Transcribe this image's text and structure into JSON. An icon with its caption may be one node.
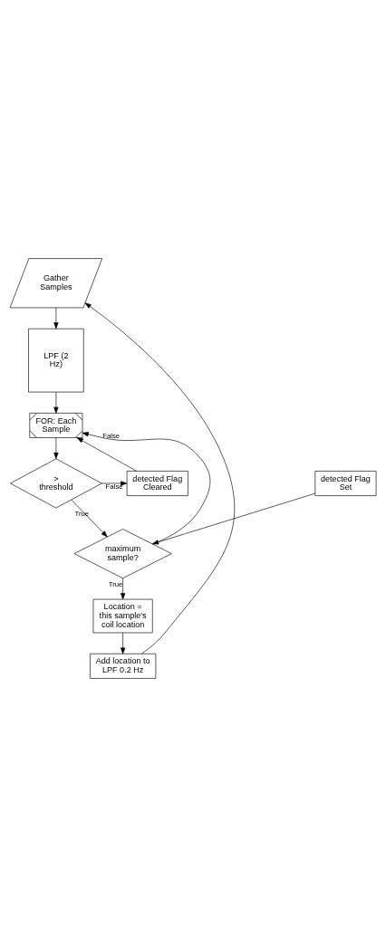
{
  "diagram": {
    "nodes": [
      {
        "text": [
          "Gather Samples"
        ]
      },
      {
        "text": [
          "LPF (2 Hz)"
        ]
      },
      {
        "text": [
          "FOR: Each Sample"
        ]
      },
      {
        "text": [
          "> threshold"
        ]
      },
      {
        "text": [
          "detected Flag Cleared"
        ]
      },
      {
        "text": [
          "detected Flag Set"
        ]
      },
      {
        "text": [
          "maximum sample?"
        ]
      },
      {
        "text": [
          "Location = this sample's coil location"
        ]
      },
      {
        "text": [
          "Add location to LPF 0.2 Hz"
        ]
      }
    ],
    "edges": [
      {
        "from": 0,
        "to": 1,
        "arrow": "to"
      },
      {
        "from": 1,
        "to": 2,
        "arrow": "to"
      },
      {
        "from": 2,
        "to": 3,
        "arrow": "to"
      },
      {
        "from": 3,
        "to": 4,
        "arrow": "to",
        "label": "False"
      },
      {
        "from": 4,
        "to": 2,
        "arrow": "to"
      },
      {
        "from": 3,
        "to": 6,
        "arrow": "to",
        "label": "True"
      },
      {
        "from": 5,
        "to": 6,
        "arrow": "to"
      },
      {
        "from": 6,
        "to": 2,
        "arrow": "to",
        "label": "False"
      },
      {
        "from": 6,
        "to": 7,
        "arrow": "to",
        "label": "True"
      },
      {
        "from": 7,
        "to": 8,
        "arrow": "to"
      },
      {
        "from": 8,
        "to": 0,
        "arrow": "to"
      }
    ]
  }
}
